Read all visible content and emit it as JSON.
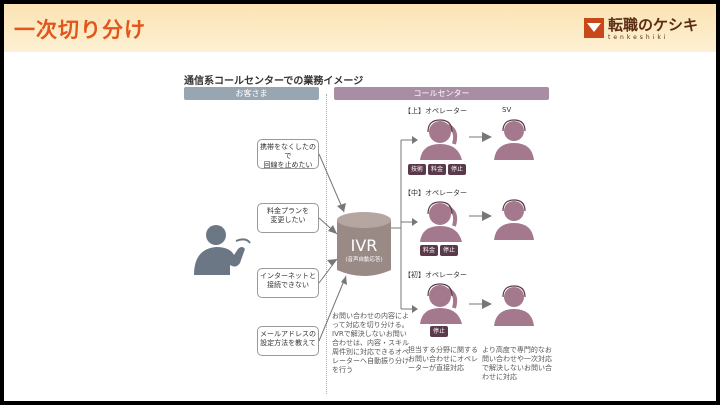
{
  "header": {
    "title": "一次切り分け",
    "logo_main": "転職のケシキ",
    "logo_sub": "tenkeshiki"
  },
  "diagram": {
    "title": "通信系コールセンターでの業務イメージ",
    "band_customer": "お客さま",
    "band_center": "コールセンター",
    "reasons": [
      "携帯をなくしたので\n回線を止めたい",
      "料金プランを\n変更したい",
      "インターネットと\n接続できない",
      "メールアドレスの\n設定方法を教えて"
    ],
    "ivr_label": "IVR",
    "ivr_sub": "(音声自動応答)",
    "operators": [
      {
        "label": "【上】オペレーター",
        "tags": [
          "技術",
          "料金",
          "停止"
        ]
      },
      {
        "label": "【中】オペレーター",
        "tags": [
          "料金",
          "停止"
        ]
      },
      {
        "label": "【初】オペレーター",
        "tags": [
          "停止"
        ]
      }
    ],
    "sv_label": "SV",
    "note_ivr": "お問い合わせの内容によって対応を切り分ける。IVRで解決しないお問い合わせは、内容・スキル周件別に対応できるオペレーターへ自動振り分けを行う",
    "note_op": "担当する分野に関するお問い合わせにオペレーターが直接対応",
    "note_sv": "より高度で専門的なお問い合わせや一次対応で解決しないお問い合わせに対応"
  },
  "colors": {
    "title": "#e0561b",
    "operator_figure": "#a4798e",
    "customer_figure": "#6b7785",
    "ivr_cylinder": "#9a8a86"
  }
}
